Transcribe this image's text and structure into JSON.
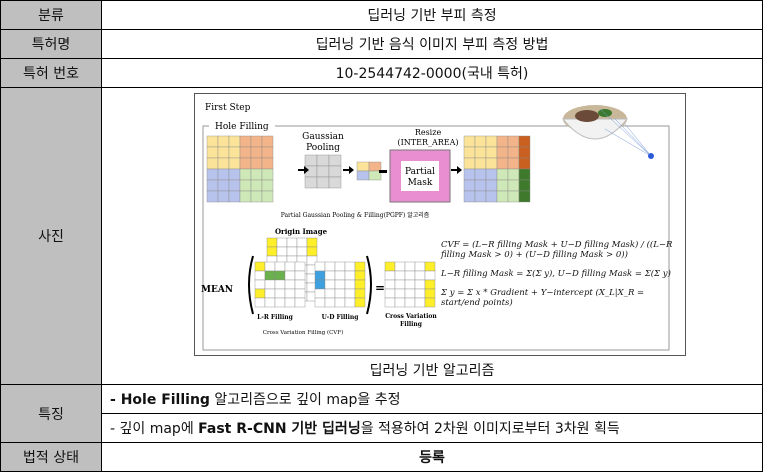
{
  "rows": {
    "category": {
      "label": "분류",
      "value": "딥러닝 기반 부피 측정"
    },
    "patent_name": {
      "label": "특허명",
      "value": "딥러닝 기반 음식 이미지 부피 측정 방법"
    },
    "patent_number": {
      "label": "특허 번호",
      "value": "10-2544742-0000(국내 특허)"
    },
    "photo": {
      "label": "사진",
      "caption": "딥러닝 기반 알고리즘"
    },
    "features": {
      "label": "특징",
      "line1": {
        "prefix": "- ",
        "bold": "Hole Filling",
        "rest": " 알고리즘으로 깊이 map을 추정"
      },
      "line2": {
        "prefix": "- 깊이 map에 ",
        "bold": "Fast R-CNN 기반 딥러닝",
        "rest": "을 적용하여 2차원 이미지로부터 3차원 획득"
      }
    },
    "legal_status": {
      "label": "법적 상태",
      "value": "등록"
    }
  },
  "figure": {
    "first_step": "First Step",
    "hole_filling": "Hole Filling",
    "gaussian": "Gaussian",
    "pooling": "Pooling",
    "resize": "Resize",
    "inter_area": "(INTER_AREA)",
    "partial": "Partial",
    "mask": "Mask",
    "pgpf_caption": "Partial Gaussian Pooling & Filling(PGPF) 알고리즘",
    "origin_image": "Origin Image",
    "mean": "MEAN",
    "lr_filling": "L-R Filling",
    "ud_filling": "U-D Filling",
    "cross_variation": "Cross Variation",
    "filling": "Filling",
    "cvf_caption": "Cross Variation Filling (CVF)",
    "eq1": "CVF = (L−R filling Mask + U−D filling Mask) / ((L−R filling Mask > 0) + (U−D filling Mask > 0))",
    "eq2": "L−R filling Mask = Σ(Σ y),  U−D filling Mask = Σ(Σ y)",
    "eq3": "Σ y = Σ x * Gradient + Y−intercept (X_L|X_R = start/end points)"
  }
}
